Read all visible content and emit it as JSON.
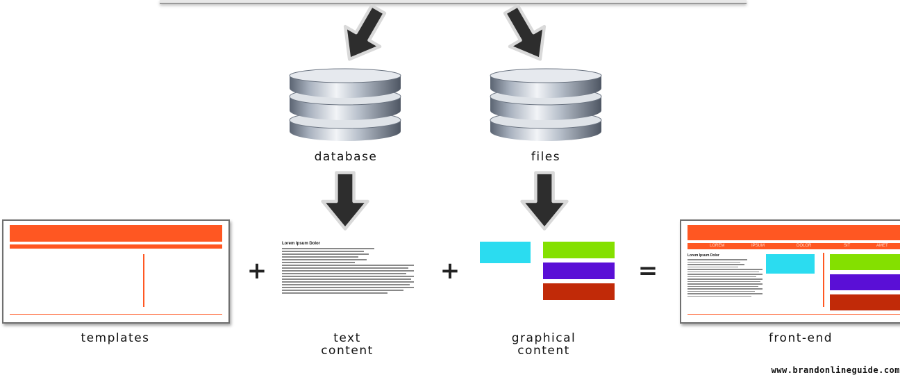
{
  "labels": {
    "database": "database",
    "files": "files",
    "templates": "templates",
    "text_content": "text\ncontent",
    "graphical_content": "graphical\ncontent",
    "front_end": "front-end"
  },
  "operators": {
    "plus1": "+",
    "plus2": "+",
    "equals": "="
  },
  "text_content_heading": "Lorem Ipsum Dolor",
  "front_end": {
    "nav_items": [
      "LOREM",
      "IPSUM",
      "DOLOR",
      "SIT",
      "AMET"
    ],
    "heading": "Lorem Ipsum Dolor"
  },
  "credit": "www.brandonlineguide.com",
  "colors": {
    "accent": "#ff5722",
    "cyan": "#2bdcf0",
    "green": "#84e000",
    "purple": "#5a0fd6",
    "red": "#c12a08",
    "arrow": "#2d2d2d"
  },
  "icons": {
    "arrow": "arrow-down-icon",
    "storage": "database-cylinder-icon"
  }
}
